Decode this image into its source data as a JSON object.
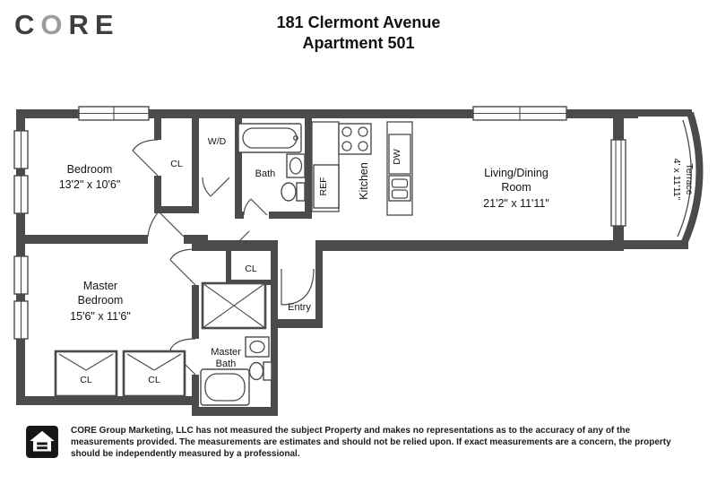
{
  "logo": {
    "c": "C",
    "o": "O",
    "r": "R",
    "e": "E"
  },
  "header": {
    "address": "181 Clermont Avenue",
    "unit": "Apartment 501"
  },
  "rooms": {
    "bedroom": {
      "name": "Bedroom",
      "dims": "13'2\" x 10'6\""
    },
    "master_bedroom": {
      "line1": "Master",
      "line2": "Bedroom",
      "dims": "15'6\" x 11'6\""
    },
    "living": {
      "line1": "Living/Dining",
      "line2": "Room",
      "dims": "21'2\" x 11'11\""
    },
    "terrace": {
      "name": "Terrace",
      "dims": "4' x 11'11\""
    },
    "kitchen": {
      "name": "Kitchen"
    },
    "bath": {
      "name": "Bath"
    },
    "master_bath": {
      "line1": "Master",
      "line2": "Bath"
    },
    "entry": {
      "name": "Entry"
    },
    "wd": {
      "name": "W/D"
    },
    "ref": {
      "name": "REF"
    },
    "dw": {
      "name": "DW"
    },
    "closet": {
      "name": "CL"
    }
  },
  "footer": {
    "disclaimer": "CORE Group Marketing, LLC has not measured the subject Property and makes no representations as to the accuracy of any of the measurements provided. The measurements are estimates and should not be relied upon. If exact measurements are a concern, the property should be independently measured by a professional."
  },
  "colors": {
    "wall": "#4b4b4b",
    "logo_gray": "#9c9c9c",
    "text": "#111111"
  }
}
